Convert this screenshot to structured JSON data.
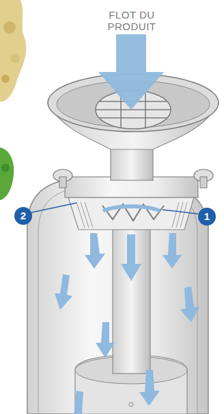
{
  "diagram": {
    "labels": [
      "FLOT DU PRODUIT",
      "1",
      "2"
    ]
  }
}
